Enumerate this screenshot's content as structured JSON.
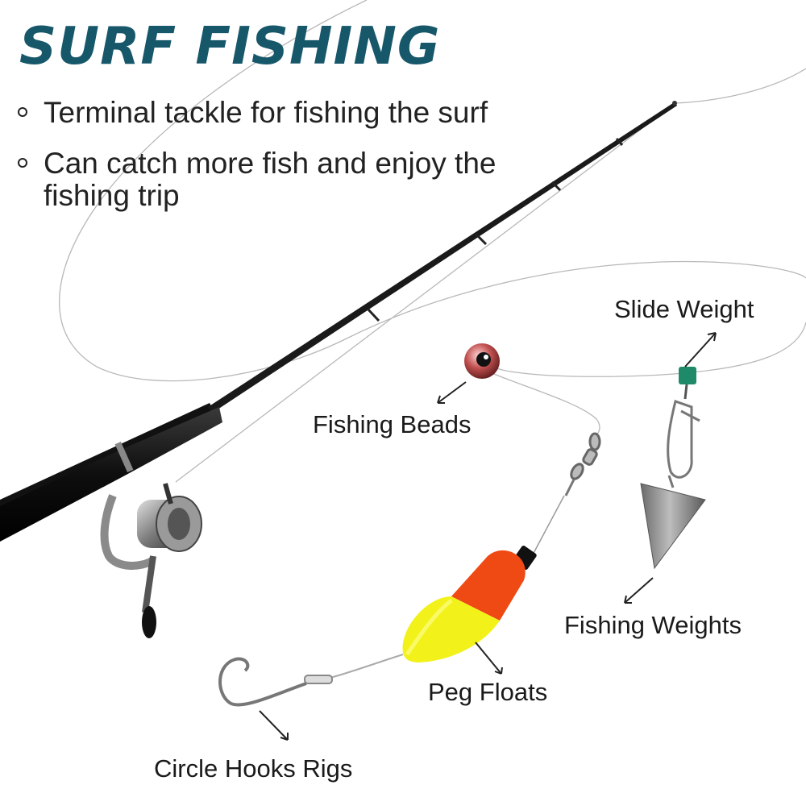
{
  "title": "SURF FISHING",
  "bullets": [
    "Terminal tackle for fishing the surf",
    "Can catch more fish and enjoy the fishing trip"
  ],
  "labels": {
    "slide_weight": "Slide Weight",
    "fishing_beads": "Fishing Beads",
    "fishing_weights": "Fishing Weights",
    "peg_floats": "Peg Floats",
    "circle_hooks_rigs": "Circle Hooks Rigs"
  },
  "colors": {
    "title": "#17576a",
    "float_top": "#f04a14",
    "float_bottom": "#f2f21a",
    "slide_weight": "#1f8a6a"
  }
}
